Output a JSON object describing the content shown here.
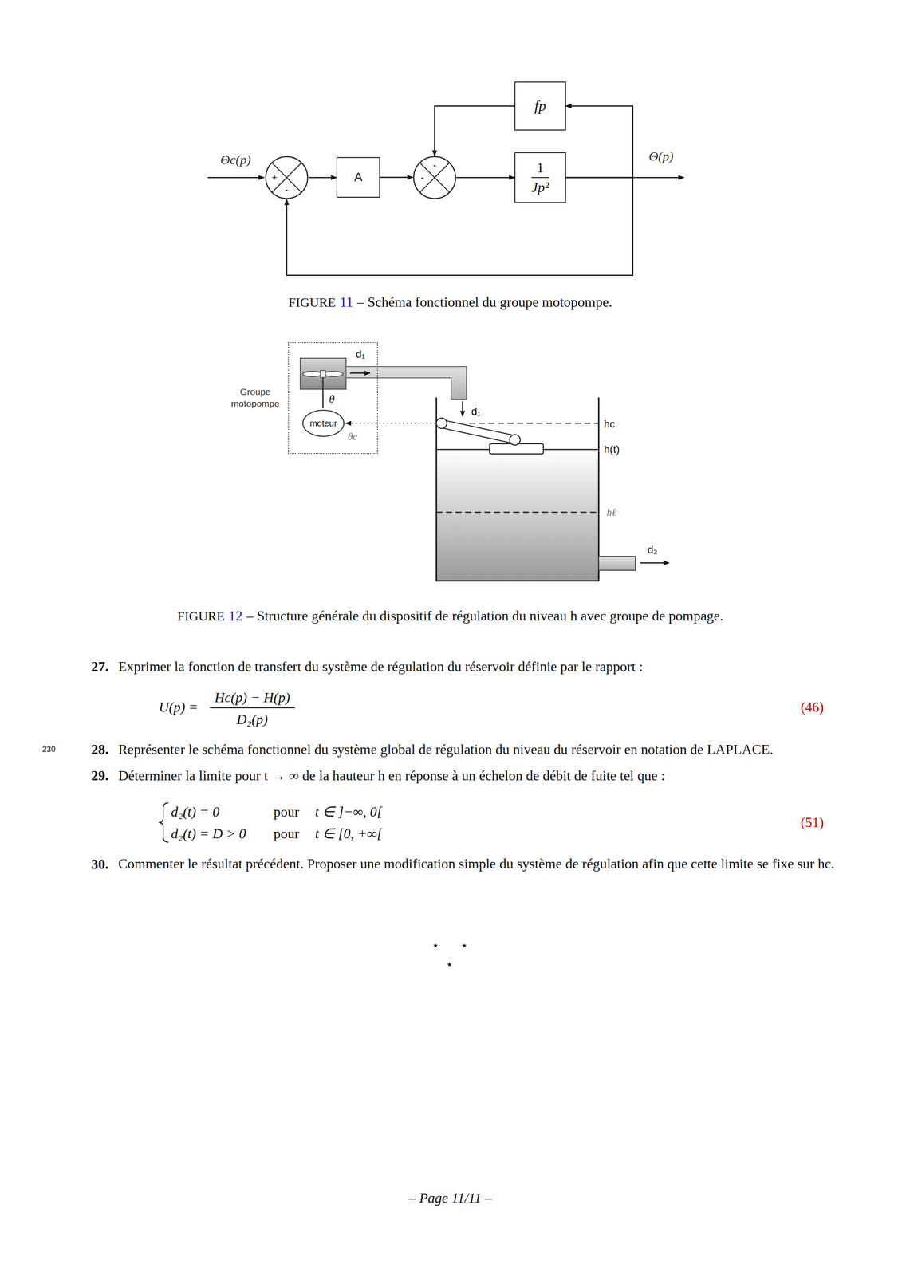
{
  "diagram": {
    "nodes": [
      {
        "text": [
          "fp"
        ]
      },
      {
        "text": [
          "+",
          "-"
        ]
      },
      {
        "text": [
          "A"
        ]
      },
      {
        "text": [
          "-",
          "-"
        ]
      },
      {
        "text": [
          "1",
          "Jp²"
        ]
      },
      {
        "text": [
          "Groupe motopompe"
        ]
      },
      {
        "text": [
          "moteur"
        ],
        "in": 5
      }
    ],
    "edges": [
      {
        "from": 1,
        "to": 2,
        "arrow": "to"
      },
      {
        "from": 2,
        "to": 3,
        "arrow": "to"
      },
      {
        "from": 3,
        "to": 4,
        "arrow": "to"
      },
      {
        "from": 4,
        "to": 0,
        "arrow": "to"
      },
      {
        "from": 0,
        "to": 3,
        "arrow": "to"
      },
      {
        "from": 4,
        "to": 1,
        "arrow": "to"
      }
    ],
    "labels": [
      "Θc(p)",
      "Θ(p)",
      "FIGURE",
      "11",
      "– Schéma fonctionnel du groupe motopompe.",
      "d₁",
      "θ",
      "θc",
      "d₁",
      "hc",
      "h(t)",
      "hℓ",
      "d₂",
      "FIGURE",
      "12",
      "– Structure générale du dispositif de régulation du niveau h avec groupe de pompage.",
      "27.",
      "Exprimer la fonction de transfert du système de régulation du réservoir définie par le rapport :",
      "U(p) =",
      "Hc(p) − H(p)",
      "D₂(p)",
      "(46)",
      "230",
      "28.",
      "Représenter le schéma fonctionnel du système global de régulation du niveau du réservoir en notation de LAPLACE.",
      "29.",
      "Déterminer la limite pour t → ∞ de la hauteur h en réponse à un échelon de débit de fuite tel que :",
      "d₂(t) = 0",
      "pour",
      "t ∈ ]−∞, 0[",
      "d₂(t) = D > 0",
      "pour",
      "t ∈ [0, +∞[",
      "(51)",
      "30.",
      "Commenter le résultat précédent. Proposer une modification simple du système de régulation afin que cette limite se fixe sur hc.",
      "⋆",
      "⋆",
      "⋆",
      "– Page 11/11 –"
    ]
  }
}
